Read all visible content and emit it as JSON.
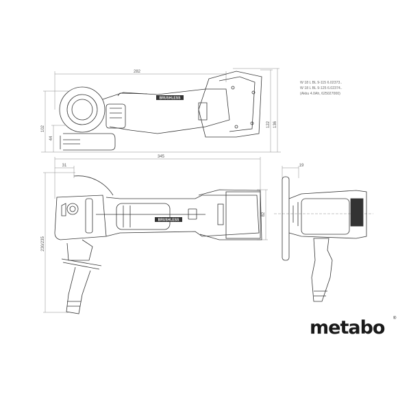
{
  "specs": {
    "lines": [
      "W 18 L BL 9-115   6.02373..",
      "W 18 L BL 9-125   6.02374..",
      "(Akku 4.0Ah, 625027000)"
    ]
  },
  "dimensions": {
    "top_length": "282",
    "top_left_height": "102",
    "top_left_small": "44",
    "top_right_inner": "122",
    "top_right_outer": "136",
    "mid_length": "345",
    "mid_offset": "31",
    "mid_height": "230/235",
    "mid_battery_width": "82",
    "side_guard": "19"
  },
  "brand_label": "BRUSHLESS",
  "logo": {
    "text": "metabo",
    "mark": "®"
  },
  "colors": {
    "line": "#333333",
    "dimension": "#777777",
    "logo": "#1a1a1a"
  }
}
